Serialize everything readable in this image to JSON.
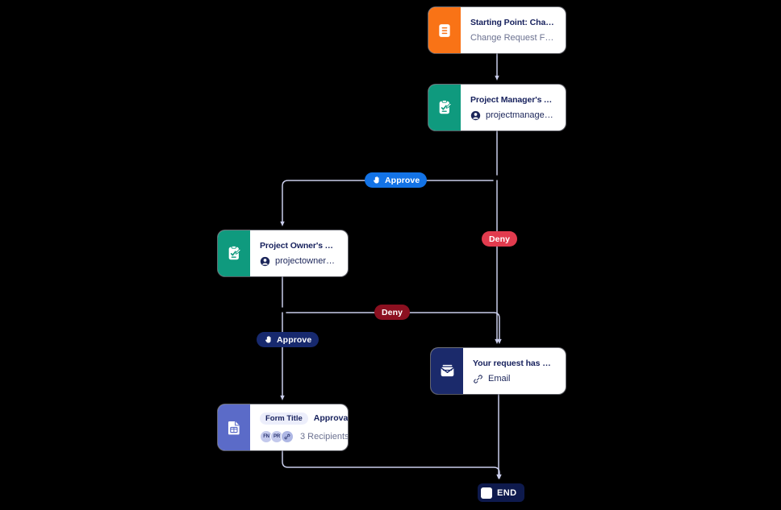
{
  "canvas": {
    "background": "#000000",
    "edge_color": "#c9cdeb"
  },
  "nodes": {
    "start": {
      "icon": "document-icon",
      "icon_color": "#f97316",
      "title": "Starting Point: Change Requ...",
      "subtitle": "Change Request Form"
    },
    "project_manager": {
      "icon": "approval-clipboard-icon",
      "icon_color": "#0f9a7e",
      "title": "Project Manager's Approval",
      "sub_icon": "person-icon",
      "subtitle": "projectmanager@exa..."
    },
    "project_owner": {
      "icon": "approval-clipboard-icon",
      "icon_color": "#0f9a7e",
      "title": "Project Owner's Approval",
      "sub_icon": "person-icon",
      "subtitle": "projectowner@examp..."
    },
    "denied_email": {
      "icon": "envelope-icon",
      "icon_color": "#1b2a6b",
      "title": "Your request has been denied.",
      "sub_icon": "link-icon",
      "subtitle": "Email"
    },
    "approval_report": {
      "icon": "spreadsheet-doc-icon",
      "icon_color": "#5b6bc8",
      "chip_label": "Form Title",
      "title": "Approval Report",
      "avatars": [
        "FN",
        "PR",
        "link-icon"
      ],
      "recipients": "3 Recipients"
    },
    "end": {
      "icon": "stop-square-icon",
      "label": "END"
    }
  },
  "edge_badges": [
    {
      "id": "approve-1",
      "label": "Approve",
      "icon": "hand-pointer-icon",
      "color": "#1373e6"
    },
    {
      "id": "deny-1",
      "label": "Deny",
      "color": "#e23b4e"
    },
    {
      "id": "deny-2",
      "label": "Deny",
      "color": "#8c1020"
    },
    {
      "id": "approve-2",
      "label": "Approve",
      "icon": "hand-pointer-icon",
      "color": "#17296e"
    }
  ]
}
